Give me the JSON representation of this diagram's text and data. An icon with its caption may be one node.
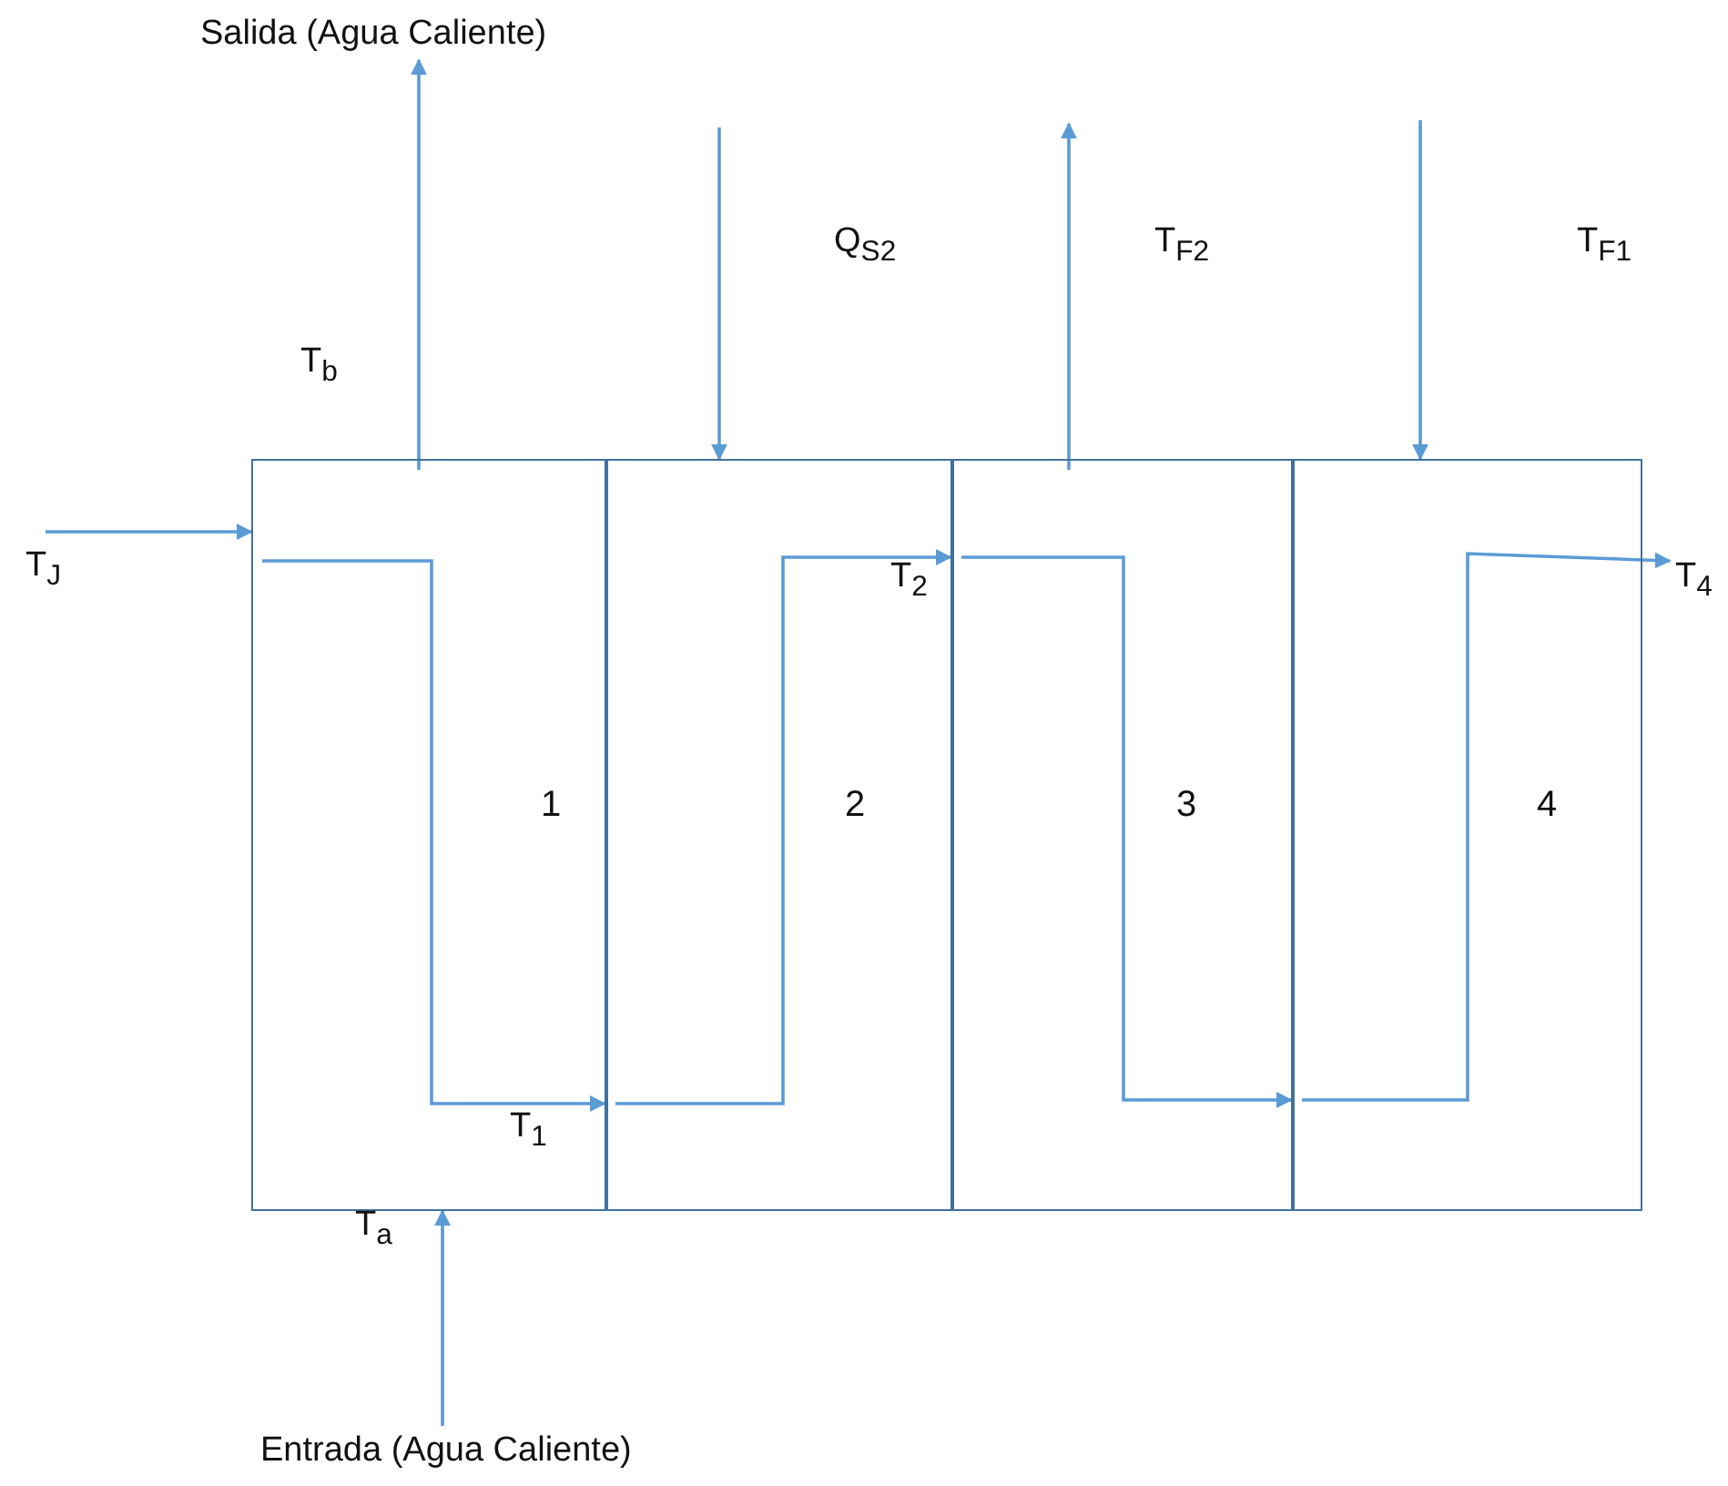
{
  "diagram": {
    "nodes": [
      {
        "text": [
          "1"
        ]
      },
      {
        "text": [
          "2"
        ]
      },
      {
        "text": [
          "3"
        ]
      },
      {
        "text": [
          "4"
        ]
      },
      {
        "text": [
          "Salida (Agua Caliente)"
        ]
      },
      {
        "text": [
          "Entrada (Agua Caliente)"
        ]
      },
      {
        "text": [
          "T$_{4}$"
        ]
      }
    ],
    "edges": [
      {
        "from": null,
        "to": 0,
        "arrow": "to",
        "label": "T$_{J}$"
      },
      {
        "from": 0,
        "to": 1,
        "arrow": "to",
        "label": "T$_{1}$"
      },
      {
        "from": 1,
        "to": 2,
        "arrow": "to",
        "label": "T$_{2}$"
      },
      {
        "from": 2,
        "to": 3,
        "arrow": "to"
      },
      {
        "from": 3,
        "to": 6,
        "arrow": "to"
      },
      {
        "from": 0,
        "to": 4,
        "arrow": "to",
        "label": "T$_{b}$"
      },
      {
        "from": null,
        "to": 1,
        "arrow": "to",
        "label": "Q$_{S2}$"
      },
      {
        "from": 2,
        "to": null,
        "arrow": "to",
        "label": "T$_{F2}$"
      },
      {
        "from": null,
        "to": 3,
        "arrow": "to",
        "label": "T$_{F1}$"
      },
      {
        "from": 5,
        "to": 0,
        "arrow": "to",
        "label": "T$_{a}$"
      }
    ]
  }
}
